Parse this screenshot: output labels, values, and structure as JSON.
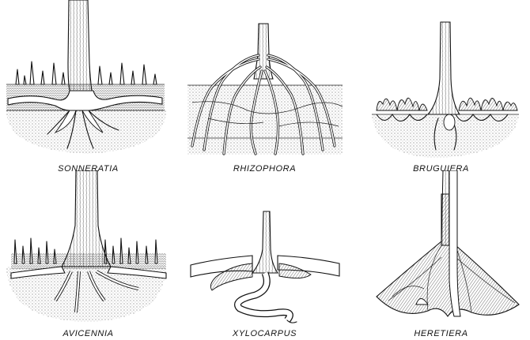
{
  "figure": {
    "panels": [
      {
        "id": "sonneratia",
        "label": "SONNERATIA"
      },
      {
        "id": "rhizophora",
        "label": "RHIZOPHORA"
      },
      {
        "id": "bruguiera",
        "label": "BRUGUIERA"
      },
      {
        "id": "avicennia",
        "label": "AVICENNIA"
      },
      {
        "id": "xylocarpus",
        "label": "XYLOCARPUS"
      },
      {
        "id": "heretiera",
        "label": "HERETIERA"
      }
    ]
  },
  "colors": {
    "ink": "#111111",
    "background": "#ffffff",
    "stipple": "#444444"
  }
}
